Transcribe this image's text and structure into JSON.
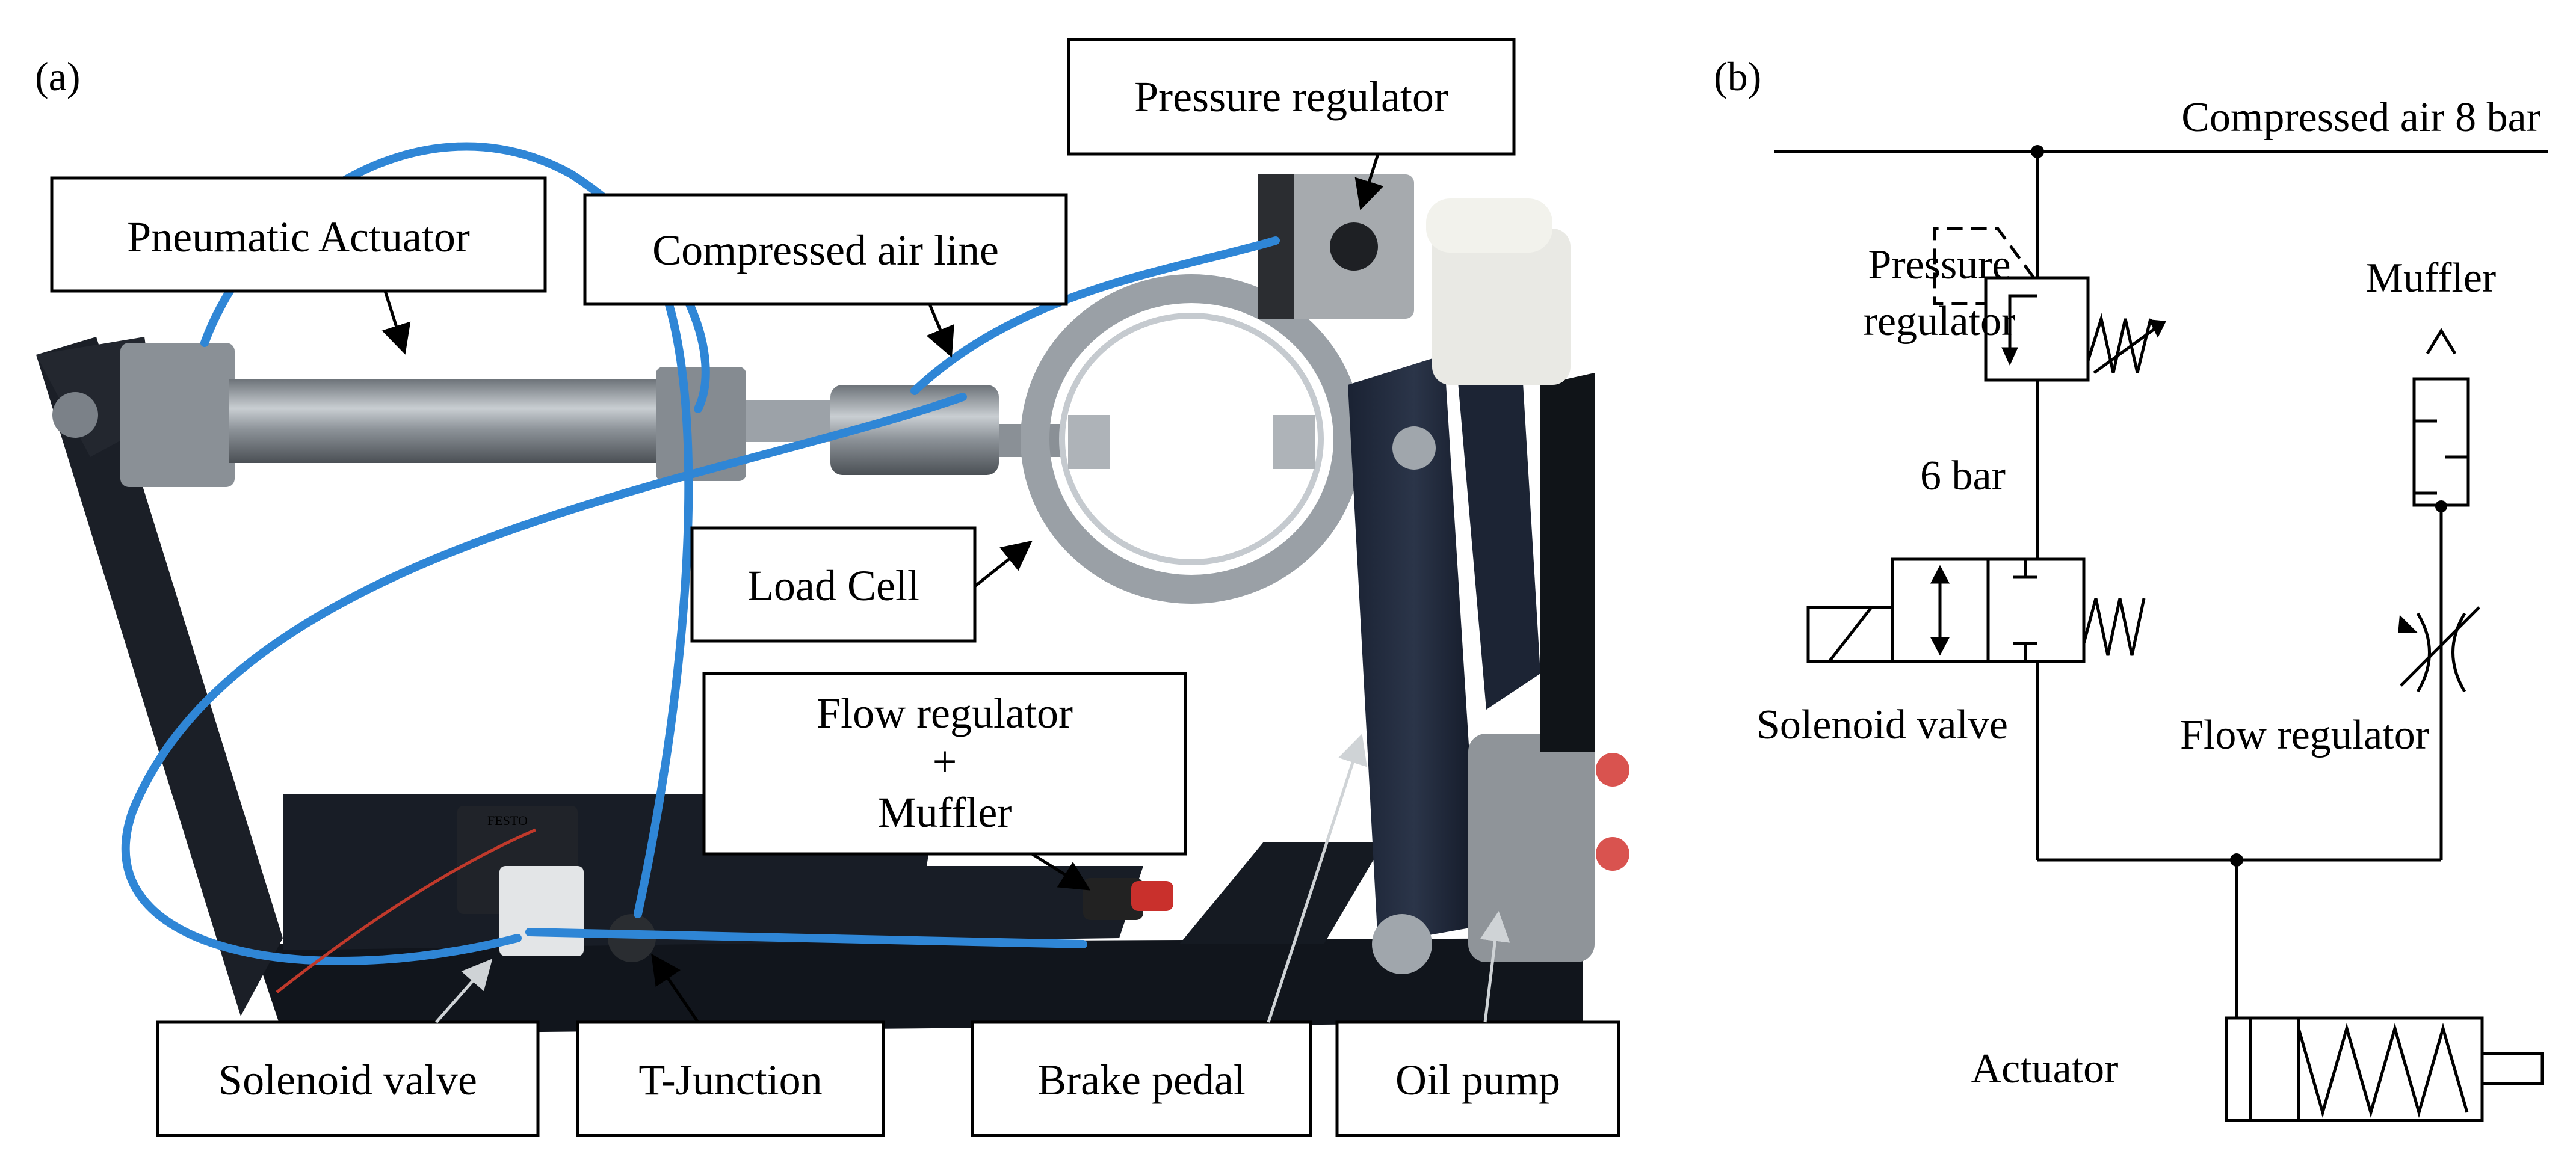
{
  "panel_a": {
    "tag": "(a)",
    "callouts": {
      "pneumatic_actuator": "Pneumatic Actuator",
      "compressed_air_line": "Compressed air line",
      "pressure_regulator": "Pressure regulator",
      "load_cell": "Load Cell",
      "flow_regulator_line1": "Flow regulator",
      "flow_regulator_line2": "+",
      "flow_regulator_line3": "Muffler",
      "solenoid_valve": "Solenoid valve",
      "t_junction": "T-Junction",
      "brake_pedal": "Brake pedal",
      "oil_pump": "Oil pump"
    },
    "valve_brand": "FESTO",
    "colors": {
      "hose": "#2f86d6",
      "frame": "#15181f",
      "metal": "#9aa0a6",
      "background": "#ffffff"
    }
  },
  "panel_b": {
    "tag": "(b)",
    "labels": {
      "supply": "Compressed air 8 bar",
      "pressure_regulator_line1": "Pressure",
      "pressure_regulator_line2": "regulator",
      "set_pressure": "6 bar",
      "muffler": "Muffler",
      "solenoid_valve": "Solenoid valve",
      "flow_regulator": "Flow regulator",
      "actuator": "Actuator"
    }
  }
}
